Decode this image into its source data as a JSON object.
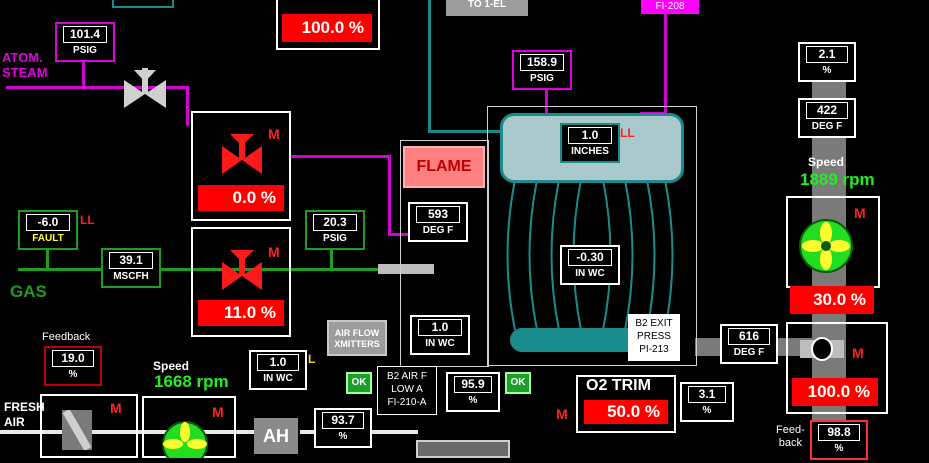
{
  "top": {
    "to_1el_label": "TO 1-EL",
    "fi208_label": "FI-208"
  },
  "atom_steam": {
    "label_line1": "ATOM.",
    "label_line2": "STEAM",
    "pressure_value": "101.4",
    "pressure_unit": "PSIG"
  },
  "valve_top": {
    "percent": "100.0 %",
    "percent_value": 100.0
  },
  "drum_pressure": {
    "value": "158.9",
    "unit": "PSIG"
  },
  "valve_atom": {
    "mode": "M",
    "percent": "0.0 %",
    "percent_value": 0.0
  },
  "flame_label": "FLAME",
  "drum_level": {
    "value": "1.0",
    "unit": "INCHES",
    "alarm": "LL"
  },
  "fuel_gas": {
    "fault_value": "-6.0",
    "fault_label": "FAULT",
    "fault_alarm": "LL",
    "gas_label": "GAS",
    "flow_value": "39.1",
    "flow_unit": "MSCFH",
    "pressure_value": "20.3",
    "pressure_unit": "PSIG"
  },
  "valve_gas": {
    "mode": "M",
    "percent": "11.0 %",
    "percent_value": 11.0
  },
  "furnace_temp": {
    "value": "593",
    "unit": "DEG F"
  },
  "furnace_press": {
    "value": "-0.30",
    "unit": "IN WC"
  },
  "airflow_btn": {
    "line1": "AIR FLOW",
    "line2": "XMITTERS"
  },
  "windbox": {
    "value": "1.0",
    "unit": "IN WC"
  },
  "b2_air": {
    "line1": "B2 AIR F",
    "line2": "LOW A",
    "line3": "FI-210-A"
  },
  "ok_left": "OK",
  "ok_right": "OK",
  "air_pct": {
    "value": "95.9",
    "unit": "%"
  },
  "b2_exit": {
    "line1": "B2 EXIT",
    "line2": "PRESS",
    "line3": "PI-213"
  },
  "o2_trim": {
    "title": "O2 TRIM",
    "mode": "M",
    "percent": "50.0 %",
    "percent_value": 50.0
  },
  "o2_pct": {
    "value": "3.1",
    "unit": "%"
  },
  "stack": {
    "pct_value": "2.1",
    "pct_unit": "%",
    "temp_value": "422",
    "temp_unit": "DEG F",
    "speed_label": "Speed",
    "speed_value": "1889 rpm",
    "fan_mode": "M",
    "fan_percent": "30.0 %",
    "fan_percent_value": 30.0,
    "damper_mode": "M",
    "damper_percent": "100.0 %",
    "damper_percent_value": 100.0,
    "gas_temp_value": "616",
    "gas_temp_unit": "DEG F",
    "feedback_label_line1": "Feed-",
    "feedback_label_line2": "back",
    "feedback_value": "98.8",
    "feedback_unit": "%"
  },
  "fd_fan": {
    "feedback_label": "Feedback",
    "feedback_value": "19.0",
    "feedback_unit": "%",
    "speed_label": "Speed",
    "speed_value": "1668 rpm",
    "inlet_mode": "M",
    "fan_mode": "M",
    "fresh_air_line1": "FRESH",
    "fresh_air_line2": "AIR",
    "inwc_value": "1.0",
    "inwc_unit": "IN WC",
    "inwc_alarm": "L",
    "ah_label": "AH",
    "ah_pct_value": "93.7",
    "ah_pct_unit": "%"
  },
  "colors": {
    "steam": "#d400d4",
    "gas": "#1e9e1e",
    "teal": "#1a8b8b",
    "alarm_red": "#ff0000",
    "speed_green": "#22ee22"
  }
}
